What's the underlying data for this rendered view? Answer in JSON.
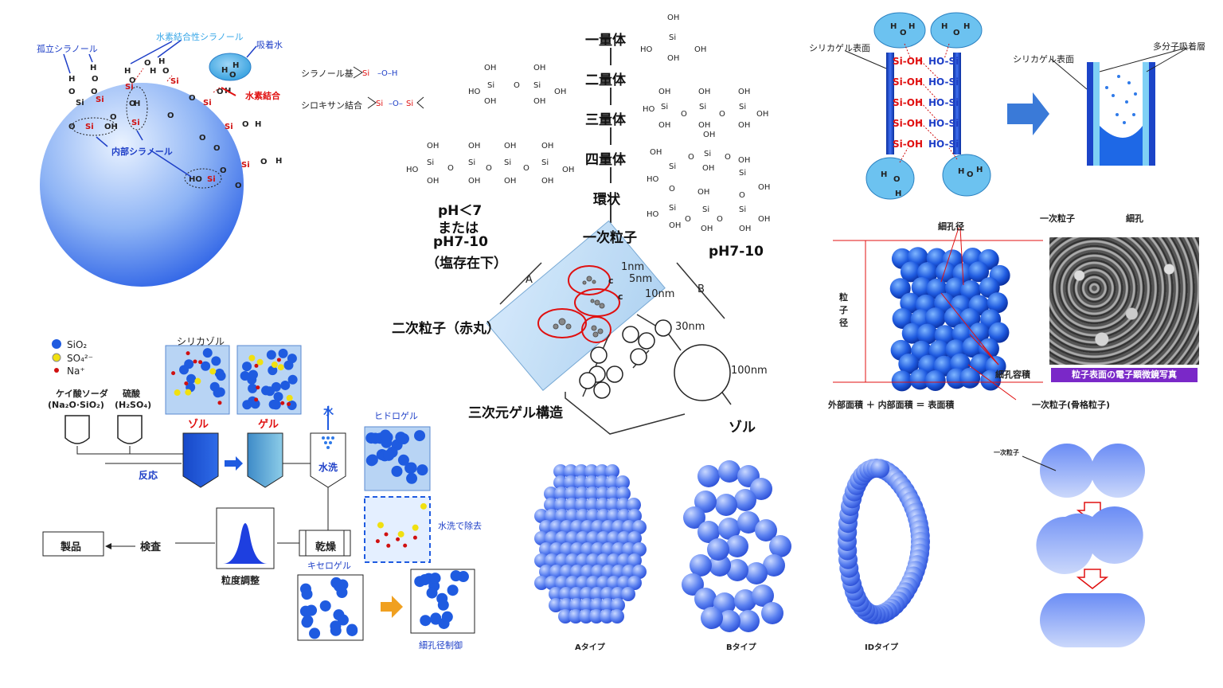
{
  "surface": {
    "isolated_silanol": "孤立シラノール",
    "hbond_silanol": "水素結合性シラノール",
    "adsorbed_water": "吸着水",
    "hydrogen_bond": "水素結合",
    "internal_silanol": "内部シラノール",
    "silanol_group": "シラノール基",
    "siloxane_bond": "シロキサン結合"
  },
  "polymer": {
    "monomer": "一量体",
    "dimer": "二量体",
    "trimer": "三量体",
    "tetramer": "四量体",
    "cyclic": "環状",
    "primary_particle": "一次粒子",
    "ph_acid_1": "pH＜7",
    "ph_acid_2": "または",
    "ph_acid_3": "pH7-10",
    "ph_acid_4": "（塩存在下）",
    "ph_base": "pH7-10",
    "secondary": "二次粒子（赤丸）",
    "tertiary": "三次元ゲル構造",
    "sol": "ゾル",
    "label_a": "A",
    "label_b": "B",
    "label_c1": "c",
    "label_c2": "c",
    "size_1nm": "1nm",
    "size_5nm": "5nm",
    "size_10nm": "10nm",
    "size_30nm": "30nm",
    "size_100nm": "100nm"
  },
  "adsorption": {
    "surface_left": "シリカゲル表面",
    "surface_right": "シリカゲル表面",
    "multilayer": "多分子吸着層",
    "sioh_left": [
      "Si-OH",
      "Si-OH",
      "Si-OH",
      "Si-OH",
      "Si-OH"
    ],
    "hosi_right": [
      "HO-Si",
      "HO-Si",
      "HO-Si",
      "HO-Si",
      "HO-Si"
    ]
  },
  "pore": {
    "pore_diameter": "細孔径",
    "particle_diameter": "粒子径",
    "pore_volume": "細孔容積",
    "area_formula": "外部面積 ＋ 内部面積 ＝ 表面積",
    "primary_skeleton": "一次粒子(骨格粒子)",
    "primary_particle": "一次粒子",
    "pore": "細孔",
    "sem_caption": "粒子表面の電子顕微鏡写真"
  },
  "process": {
    "legend_sio2": "SiO₂",
    "legend_so4": "SO₄²⁻",
    "legend_na": "Na⁺",
    "sodium_silicate": "ケイ酸ソーダ",
    "sodium_silicate_formula": "(Na₂O·SiO₂)",
    "sulfuric_acid": "硫酸",
    "sulfuric_formula": "(H₂SO₄)",
    "silica_sol_title": "シリカゾル",
    "sol": "ゾル",
    "gel": "ゲル",
    "water": "水",
    "reaction": "反応",
    "wash": "水洗",
    "hydrogel": "ヒドロゲル",
    "wash_removal": "水洗で除去",
    "dry": "乾燥",
    "xerogel": "キセロゲル",
    "pore_control": "細孔径制御",
    "size_adjust": "粒度調整",
    "inspection": "検査",
    "product": "製品"
  },
  "types": {
    "a": "Aタイプ",
    "b": "Bタイプ",
    "id": "IDタイプ"
  },
  "fusion": {
    "primary_particle": "一次粒子"
  },
  "colors": {
    "blue": "#1f5be0",
    "red": "#e01010",
    "cyan": "#3aa8e8",
    "purple": "#7a28c8"
  }
}
